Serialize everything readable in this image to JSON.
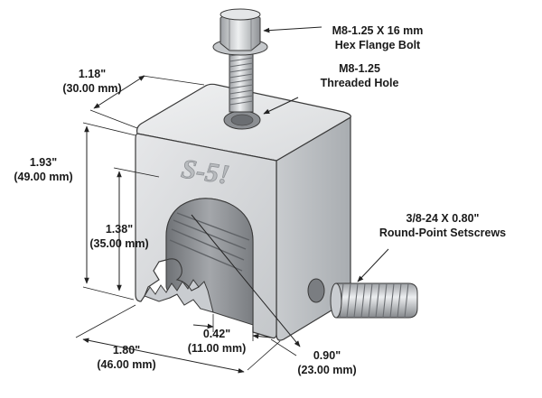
{
  "annotations": {
    "bolt": {
      "line1": "M8-1.25 X 16 mm",
      "line2": "Hex Flange Bolt"
    },
    "hole": {
      "line1": "M8-1.25",
      "line2": "Threaded Hole"
    },
    "setscrew": {
      "line1": "3/8-24 X 0.80\"",
      "line2": "Round-Point Setscrews"
    }
  },
  "dimensions": {
    "top_width": {
      "imperial": "1.18\"",
      "metric": "(30.00 mm)"
    },
    "height": {
      "imperial": "1.93\"",
      "metric": "(49.00 mm)"
    },
    "slot_height": {
      "imperial": "1.38\"",
      "metric": "(35.00 mm)"
    },
    "slot_width": {
      "imperial": "0.42\"",
      "metric": "(11.00 mm)"
    },
    "length": {
      "imperial": "1.80\"",
      "metric": "(46.00 mm)"
    },
    "depth": {
      "imperial": "0.90\"",
      "metric": "(23.00 mm)"
    }
  },
  "logo_text": "S-5!",
  "colors": {
    "metal_front": "#d6d8db",
    "metal_top": "#e8e9eb",
    "metal_side": "#b7babe",
    "slot_inner": "#8a8d91",
    "outline": "#3a3a3a"
  }
}
